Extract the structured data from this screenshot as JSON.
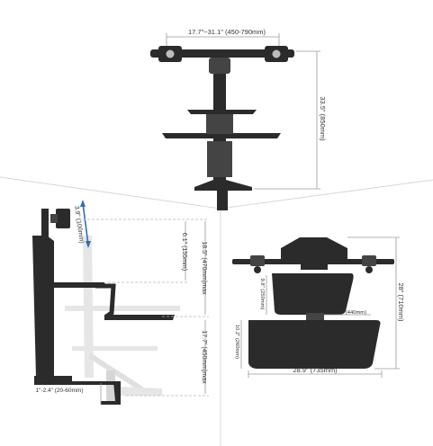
{
  "dimensions": {
    "top_width": "17.7\"~31.1\" (450-790mm)",
    "top_height": "33.5\" (850mm)",
    "tilt": "3.9\" (100mm)",
    "keyboard_drop": "6.1\" (155mm)",
    "upper_range": "18.5\" (470mm)max",
    "lower_range": "17.7\" (450mm)max",
    "clamp_range": "1\"-2.4\" (20-60mm)",
    "tray_depth": "9.8\" (250mm)",
    "tray_offset": "17.3\" (440mm)",
    "total_depth": "28\" (710mm)",
    "keyboard_depth": "10.2\" (260mm)",
    "total_width": "28.9\" (735mm)"
  },
  "colors": {
    "product": "#2b2b2b",
    "product_shadow": "#d6d6d6",
    "dimension_line": "#9a9a9a",
    "arrow_accent": "#2f6fb3",
    "divider": "#d8d8d8"
  }
}
